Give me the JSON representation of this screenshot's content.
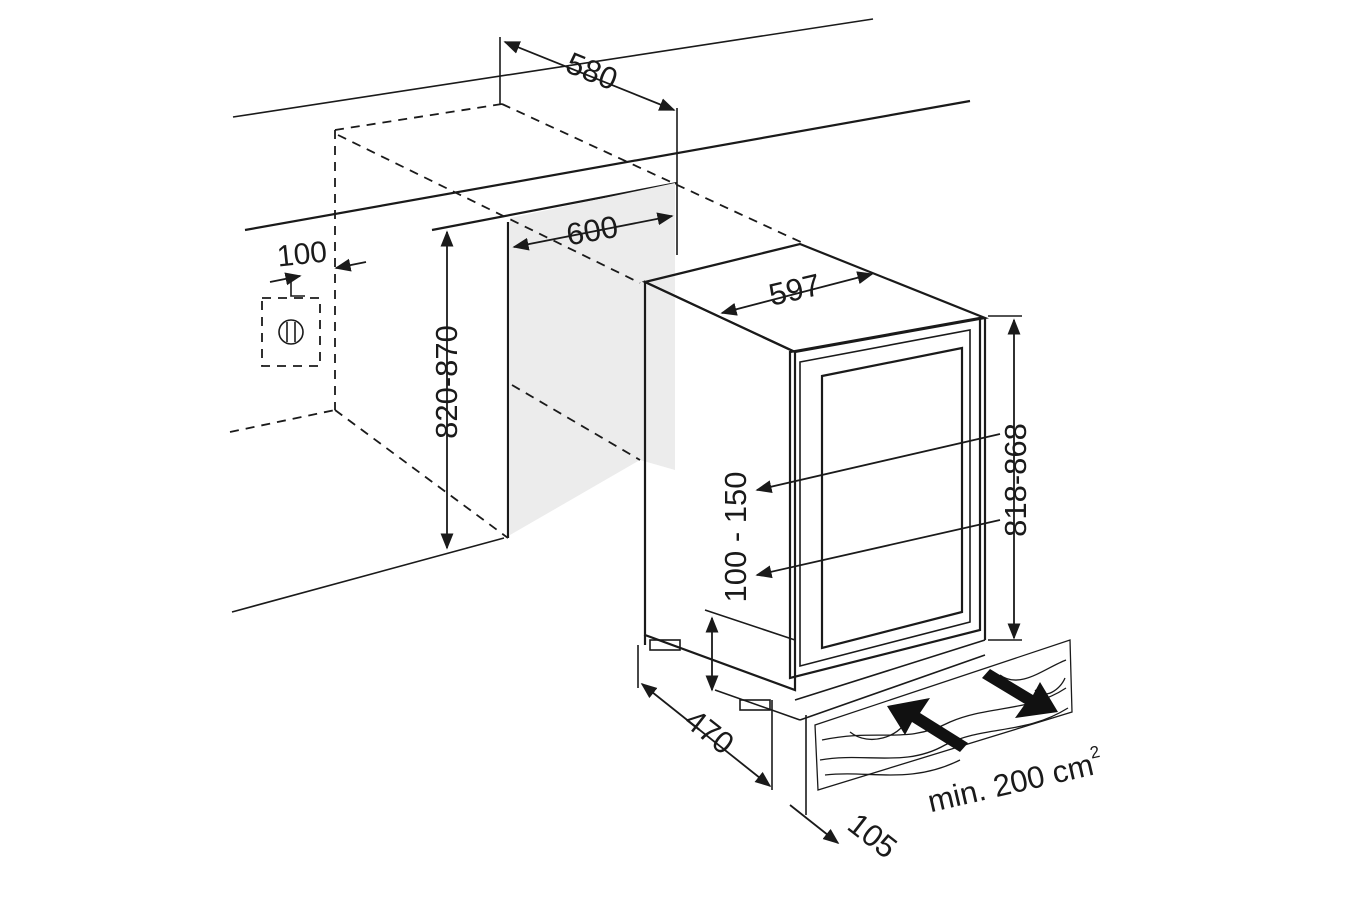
{
  "dimensions": {
    "niche_depth": "580",
    "niche_width": "600",
    "socket_offset": "100",
    "niche_height": "820-870",
    "appliance_width": "597",
    "appliance_height": "818-868",
    "plinth_height": "100 - 150",
    "appliance_depth": "470",
    "plinth_depth": "105"
  },
  "ventilation": {
    "label": "min. 200 cm",
    "superscript": "2"
  }
}
